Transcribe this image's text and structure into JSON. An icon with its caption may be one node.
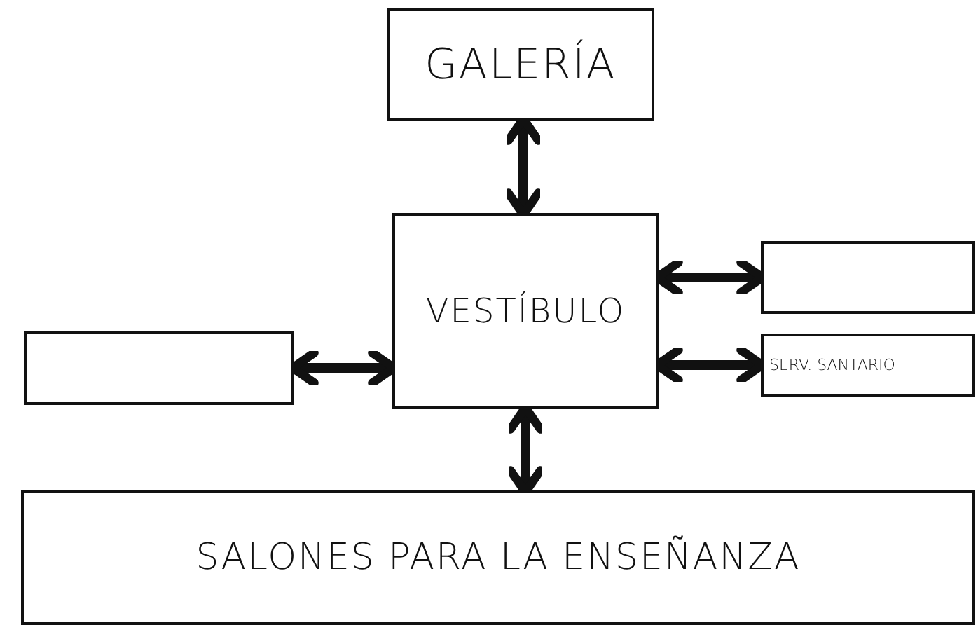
{
  "diagram": {
    "nodes": [
      {
        "text": [
          "GALERÍA"
        ]
      },
      {
        "text": [
          "VESTÍBULO"
        ]
      },
      {
        "text": [],
        "shape": "box"
      },
      {
        "text": [],
        "shape": "box"
      },
      {
        "text": [
          "SERV. SANTARIO"
        ]
      },
      {
        "text": [
          "SALONES PARA LA ENSEÑANZA"
        ]
      }
    ],
    "edges": [
      {
        "from": 0,
        "to": 1,
        "arrow": "both"
      },
      {
        "from": 1,
        "to": 2,
        "arrow": "both"
      },
      {
        "from": 1,
        "to": 4,
        "arrow": "both"
      },
      {
        "from": 3,
        "to": 1,
        "arrow": "both"
      },
      {
        "from": 1,
        "to": 5,
        "arrow": "both"
      }
    ]
  }
}
